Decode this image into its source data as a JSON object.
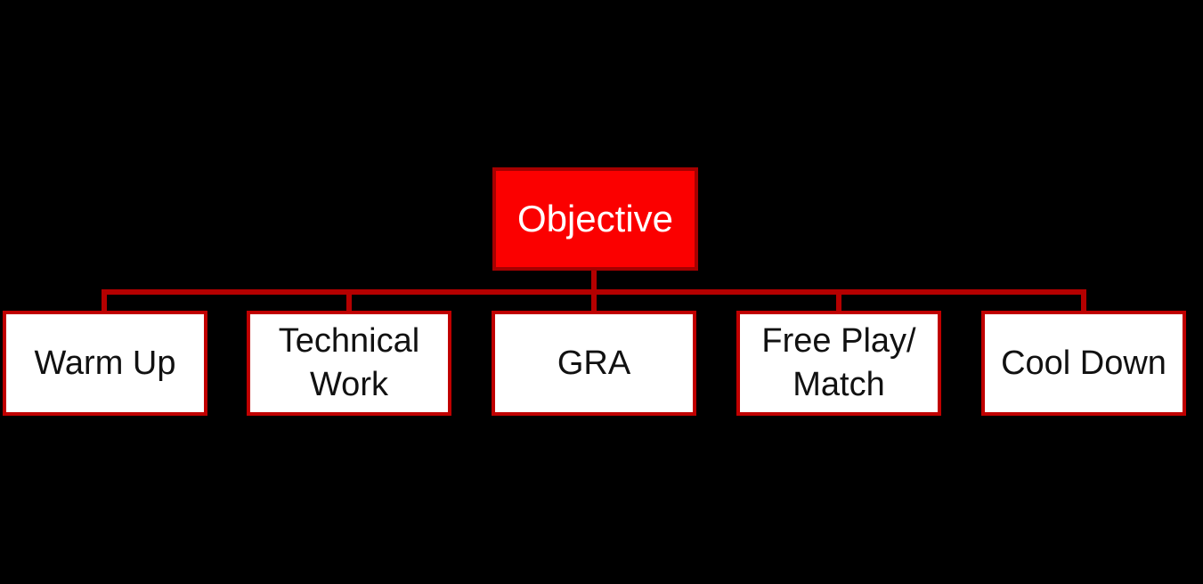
{
  "diagram": {
    "type": "flowchart",
    "root": {
      "label": "Objective"
    },
    "children": [
      {
        "label": "Warm Up"
      },
      {
        "label": "Technical\nWork"
      },
      {
        "label": "GRA"
      },
      {
        "label": "Free Play/\nMatch"
      },
      {
        "label": "Cool Down"
      }
    ],
    "colors": {
      "background": "#000000",
      "root_fill": "#fb0000",
      "root_border": "#a60000",
      "root_text": "#ffffff",
      "child_fill": "#ffffff",
      "child_border": "#c00000",
      "child_text": "#111111",
      "connector": "#b50000"
    }
  }
}
